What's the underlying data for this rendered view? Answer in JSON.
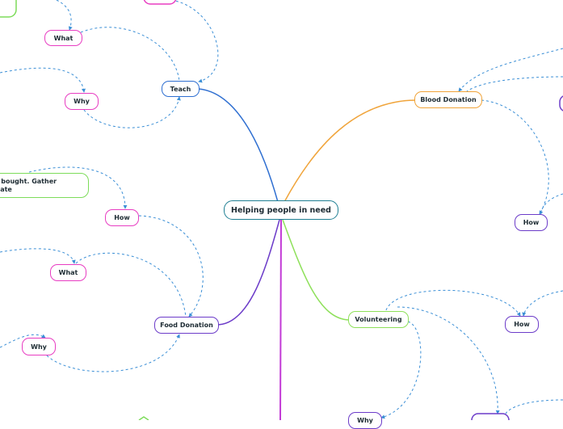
{
  "central": {
    "label": "Helping people in need"
  },
  "branches": {
    "teach": {
      "label": "Teach",
      "children": {
        "what": "What",
        "why": "Why"
      }
    },
    "blood_donation": {
      "label": "Blood Donation",
      "children": {
        "how": "How"
      }
    },
    "volunteering": {
      "label": "Volunteering",
      "children": {
        "how": "How",
        "why": "Why"
      }
    },
    "food_donation": {
      "label": "Food Donation",
      "children": {
        "how": "How",
        "what": "What",
        "why": "Why",
        "how_note_line1": "or bought. Gather",
        "how_note_line2": "onate"
      }
    }
  },
  "colors": {
    "central": "#1f7f93",
    "teach": "#2f6fd1",
    "blood_donation": "#f0a43a",
    "volunteering": "#8ee05a",
    "food_donation": "#6c3cc9",
    "subtopic": "#e83dc2",
    "vertical_branch": "#c23ad6",
    "dashed_relationship": "#3b8fd6"
  }
}
